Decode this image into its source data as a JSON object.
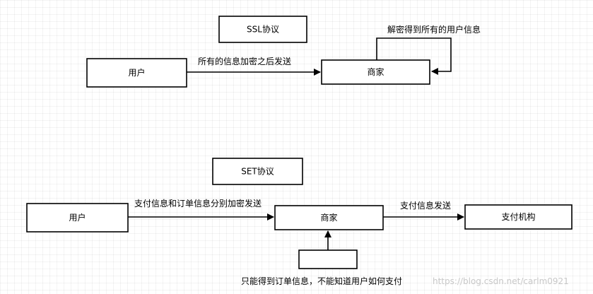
{
  "ssl": {
    "title": "SSL协议",
    "user": "用户",
    "merchant": "商家",
    "edge_label": "所有的信息加密之后发送",
    "loop_label": "解密得到所有的用户信息"
  },
  "set": {
    "title": "SET协议",
    "user": "用户",
    "merchant": "商家",
    "payment": "支付机构",
    "edge1_label": "支付信息和订单信息分别加密发送",
    "edge2_label": "支付信息发送",
    "bottom_label": "只能得到订单信息，不能知道用户如何支付"
  },
  "watermark": "https://blog.csdn.net/carlm0921"
}
